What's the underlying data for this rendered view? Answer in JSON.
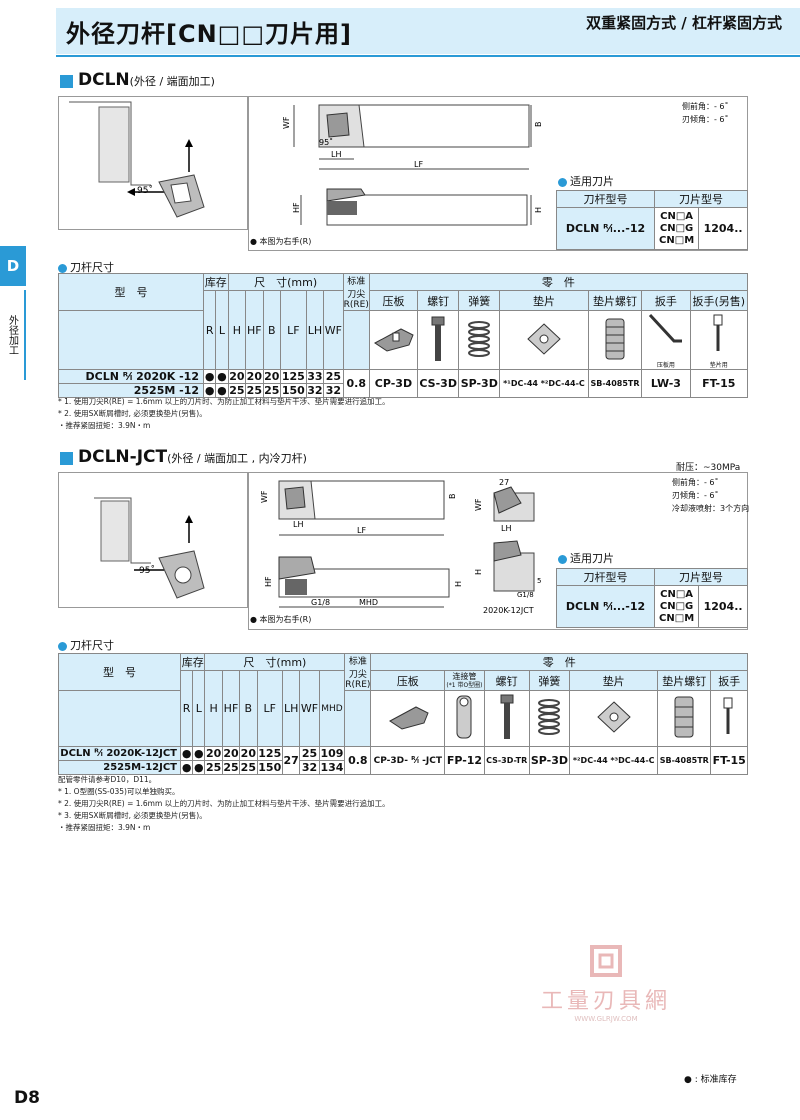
{
  "header": {
    "title": "外径刀杆[CN□□刀片用]",
    "right": "双重紧固方式 / 杠杆紧固方式"
  },
  "side_tab": {
    "letter": "D",
    "text": "外径加工"
  },
  "section1": {
    "title": "DCLN",
    "subtitle": "(外径 / 端面加工)",
    "angles": [
      "侧前角：- 6˚",
      "刃倾角：- 6˚"
    ],
    "dims": {
      "wf": "WF",
      "lh": "LH",
      "lf": "LF",
      "b": "B",
      "hf": "HF",
      "h": "H",
      "ang": "95˚"
    },
    "right_hand_note": "● 本图为右手(R)",
    "applicable": {
      "title": "适用刀片",
      "col1": "刀杆型号",
      "col2": "刀片型号",
      "holder": "DCLN ᴿ⁄ₗ...-12",
      "inserts": [
        "CN□A",
        "CN□G",
        "CN□M"
      ],
      "insert_size": "1204.."
    },
    "table_title": "刀杆尺寸",
    "table": {
      "h_model": "型　号",
      "h_stock": "库存",
      "h_dims": "尺　寸(mm)",
      "h_re": "标准刀尖R(RE)",
      "h_parts": "零　件",
      "stock_cols": [
        "R",
        "L"
      ],
      "dim_cols": [
        "H",
        "HF",
        "B",
        "LF",
        "LH",
        "WF"
      ],
      "part_cols": [
        "压板",
        "螺钉",
        "弹簧",
        "垫片",
        "垫片螺钉",
        "扳手",
        "扳手(另售)"
      ],
      "part_sub": [
        "",
        "",
        "",
        "",
        "",
        "压板用",
        "垫片用"
      ],
      "rows": [
        {
          "model": "DCLN ᴿ⁄ₗ 2020K -12",
          "r": "●",
          "l": "●",
          "dims": [
            "20",
            "20",
            "20",
            "125",
            "33",
            "25"
          ]
        },
        {
          "model": "2525M -12",
          "r": "●",
          "l": "●",
          "dims": [
            "25",
            "25",
            "25",
            "150",
            "32",
            "32"
          ]
        }
      ],
      "re": "0.8",
      "parts": [
        "CP-3D",
        "CS-3D",
        "SP-3D",
        "*¹DC-44 *²DC-44-C",
        "SB-4085TR",
        "LW-3",
        "FT-15"
      ]
    },
    "notes": [
      "* 1. 使用刀尖R(RE) = 1.6mm 以上的刀片时、为防止加工材料与垫片干涉、垫片需要进行追加工。",
      "* 2. 使用SX断屑槽时, 必须更换垫片(另售)。",
      "・推荐紧固扭矩：3.9N・m"
    ]
  },
  "section2": {
    "title": "DCLN-JCT",
    "subtitle": "(外径 / 端面加工 , 内冷刀杆)",
    "pressure": "耐压：~30MPa",
    "angles": [
      "侧前角：- 6˚",
      "刃倾角：- 6˚",
      "冷却液喷射：3个方向"
    ],
    "dims": {
      "wf": "WF",
      "lh": "LH",
      "lf": "LF",
      "b": "B",
      "hf": "HF",
      "h": "H",
      "mhd": "MHD",
      "g": "G1/8",
      "n27": "27",
      "n5": "5",
      "ang": "95˚",
      "caption": "2020K-12JCT"
    },
    "right_hand_note": "● 本图为右手(R)",
    "applicable": {
      "title": "适用刀片",
      "col1": "刀杆型号",
      "col2": "刀片型号",
      "holder": "DCLN ᴿ⁄ₗ...-12",
      "inserts": [
        "CN□A",
        "CN□G",
        "CN□M"
      ],
      "insert_size": "1204.."
    },
    "table_title": "刀杆尺寸",
    "table": {
      "h_model": "型　号",
      "h_stock": "库存",
      "h_dims": "尺　寸(mm)",
      "h_re": "标准刀尖R(RE)",
      "h_parts": "零　件",
      "stock_cols": [
        "R",
        "L"
      ],
      "dim_cols": [
        "H",
        "HF",
        "B",
        "LF",
        "LH",
        "WF",
        "MHD"
      ],
      "part_cols": [
        "压板",
        "连接管",
        "螺钉",
        "弹簧",
        "垫片",
        "垫片螺钉",
        "扳手"
      ],
      "part_sub": [
        "",
        "(*1 带O型圈)",
        "",
        "",
        "",
        "",
        ""
      ],
      "rows": [
        {
          "model": "DCLN ᴿ⁄ₗ 2020K-12JCT",
          "r": "●",
          "l": "●",
          "dims": [
            "20",
            "20",
            "20",
            "125",
            "27",
            "25",
            "109"
          ]
        },
        {
          "model": "2525M-12JCT",
          "r": "●",
          "l": "●",
          "dims": [
            "25",
            "25",
            "25",
            "150",
            "27",
            "32",
            "134"
          ]
        }
      ],
      "re": "0.8",
      "parts": [
        "CP-3D- ᴿ⁄ₗ -JCT",
        "FP-12",
        "CS-3D-TR",
        "SP-3D",
        "*²DC-44 *³DC-44-C",
        "SB-4085TR",
        "FT-15"
      ]
    },
    "notes": [
      "配管零件请参考D10，D11。",
      "* 1. O型圈(SS-035)可以单独购买。",
      "* 2. 使用刀尖R(RE) = 1.6mm 以上的刀片时、为防止加工材料与垫片干涉、垫片需要进行追加工。",
      "* 3. 使用SX断屑槽时, 必须更换垫片(另售)。",
      "・推荐紧固扭矩：3.9N・m"
    ]
  },
  "watermark": {
    "text": "工量刃具網",
    "url": "WWW.GLRJW.COM"
  },
  "legend": "● : 标准库存",
  "page_number": "D8",
  "colors": {
    "accent": "#2a9ad6",
    "header_bg": "#d7eefa"
  }
}
